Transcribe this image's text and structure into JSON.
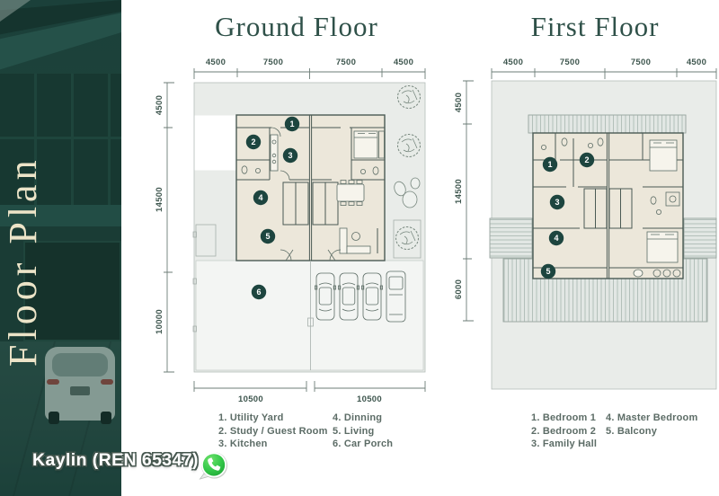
{
  "sidebar": {
    "vertical_title": "Floor Plan",
    "agent": {
      "label": "Kaylin (REN 65347)",
      "whatsapp_icon": "whatsapp-icon"
    }
  },
  "colors": {
    "sidebar_teal": "#1f4a43",
    "title_green": "#2f5149",
    "wall": "#4a5a54",
    "marker_bg": "#1d453f",
    "room_fill": "#ece7da",
    "site_fill": "#e9ece9",
    "dim_text": "#3e564e",
    "legend_text": "#5c6c66",
    "whatsapp_green": "#2bb73c"
  },
  "ground_floor": {
    "title": "Ground Floor",
    "dims_top": [
      "4500",
      "7500",
      "7500",
      "4500"
    ],
    "dims_left": [
      "4500",
      "14500",
      "10000"
    ],
    "dims_bottom": [
      "10500",
      "10500"
    ],
    "markers": [
      "1",
      "2",
      "3",
      "4",
      "5",
      "6"
    ],
    "legend_col1": [
      "1. Utility Yard",
      "2. Study / Guest Room",
      "3. Kitchen"
    ],
    "legend_col2": [
      "4. Dinning",
      "5. Living",
      "6. Car Porch"
    ]
  },
  "first_floor": {
    "title": "First Floor",
    "dims_top": [
      "4500",
      "7500",
      "7500",
      "4500"
    ],
    "dims_left": [
      "4500",
      "14500",
      "6000"
    ],
    "markers": [
      "1",
      "2",
      "3",
      "4",
      "5"
    ],
    "legend_col1": [
      "1. Bedroom 1",
      "2. Bedroom 2",
      "3. Family Hall"
    ],
    "legend_col2": [
      "4. Master Bedroom",
      "5. Balcony"
    ]
  }
}
